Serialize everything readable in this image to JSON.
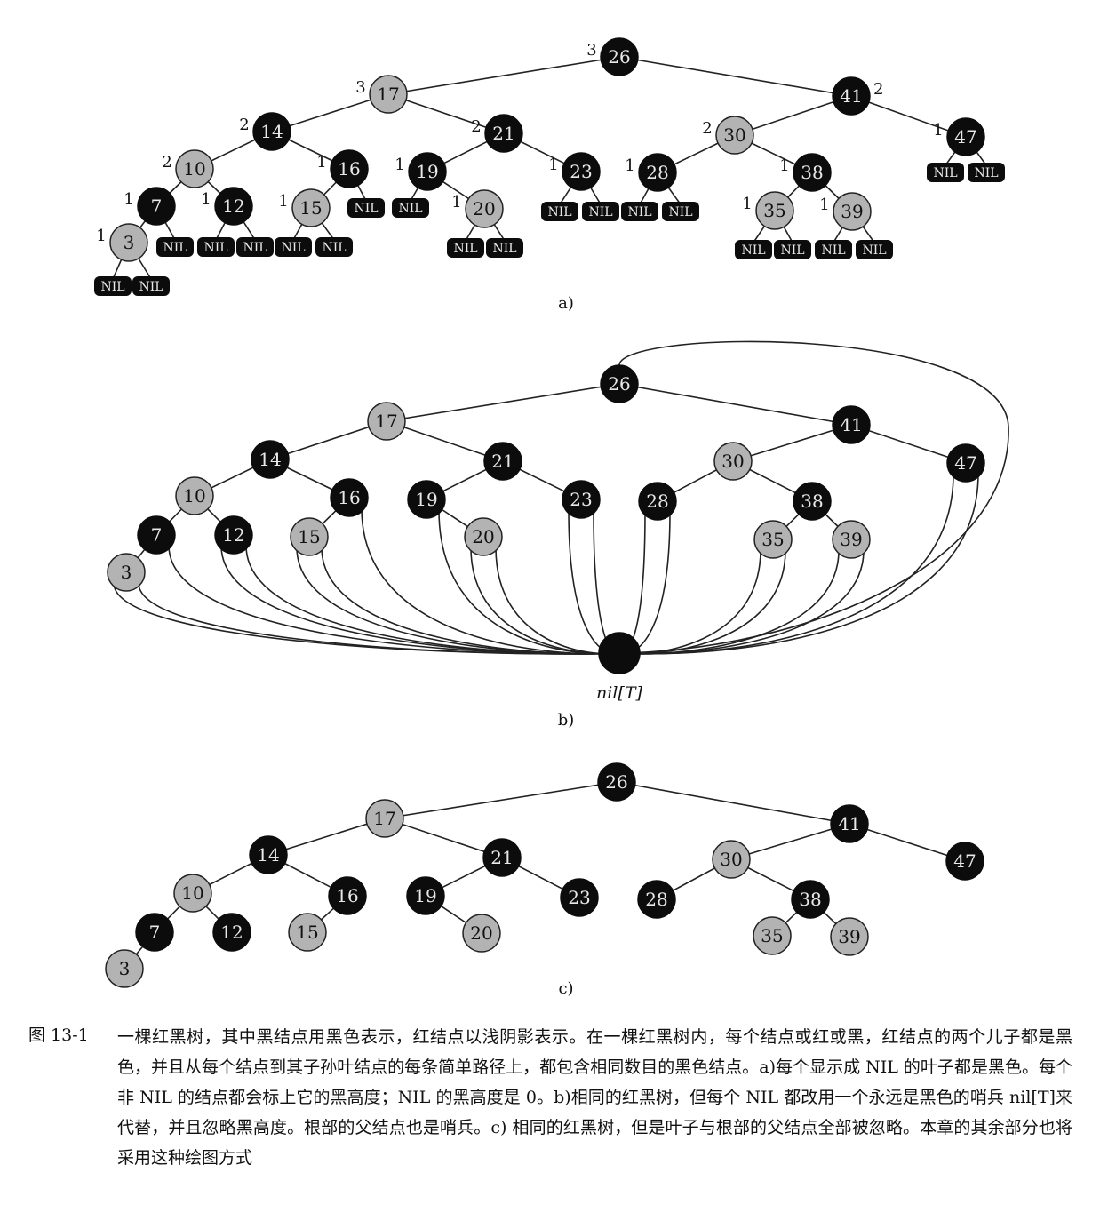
{
  "tree": {
    "nodes": [
      {
        "key": "26",
        "color": "black",
        "bh": "3"
      },
      {
        "key": "17",
        "color": "red",
        "bh": "3"
      },
      {
        "key": "41",
        "color": "black",
        "bh": "2"
      },
      {
        "key": "14",
        "color": "black",
        "bh": "2"
      },
      {
        "key": "21",
        "color": "black",
        "bh": "2"
      },
      {
        "key": "30",
        "color": "red",
        "bh": "2"
      },
      {
        "key": "47",
        "color": "black",
        "bh": "1"
      },
      {
        "key": "10",
        "color": "red",
        "bh": "2"
      },
      {
        "key": "16",
        "color": "black",
        "bh": "1"
      },
      {
        "key": "19",
        "color": "black",
        "bh": "1"
      },
      {
        "key": "23",
        "color": "black",
        "bh": "1"
      },
      {
        "key": "28",
        "color": "black",
        "bh": "1"
      },
      {
        "key": "38",
        "color": "black",
        "bh": "1"
      },
      {
        "key": "7",
        "color": "black",
        "bh": "1"
      },
      {
        "key": "12",
        "color": "black",
        "bh": "1"
      },
      {
        "key": "15",
        "color": "red",
        "bh": "1"
      },
      {
        "key": "20",
        "color": "red",
        "bh": "1"
      },
      {
        "key": "35",
        "color": "red",
        "bh": "1"
      },
      {
        "key": "39",
        "color": "red",
        "bh": "1"
      },
      {
        "key": "3",
        "color": "red",
        "bh": "1"
      }
    ],
    "edges": [
      [
        "26",
        "17"
      ],
      [
        "26",
        "41"
      ],
      [
        "17",
        "14"
      ],
      [
        "17",
        "21"
      ],
      [
        "41",
        "30"
      ],
      [
        "41",
        "47"
      ],
      [
        "14",
        "10"
      ],
      [
        "14",
        "16"
      ],
      [
        "21",
        "19"
      ],
      [
        "21",
        "23"
      ],
      [
        "30",
        "28"
      ],
      [
        "30",
        "38"
      ],
      [
        "10",
        "7"
      ],
      [
        "10",
        "12"
      ],
      [
        "16",
        "15"
      ],
      [
        "19",
        "20"
      ],
      [
        "38",
        "35"
      ],
      [
        "38",
        "39"
      ],
      [
        "7",
        "3"
      ]
    ],
    "nil_text": "NIL",
    "colors": {
      "black": "#0c0c0c",
      "red": "#b3b3b3"
    }
  },
  "panels": {
    "a_label": "a)",
    "b_label": "b)",
    "c_label": "c)",
    "sentinel_label": "nil[T]"
  },
  "caption": {
    "label": "图 13-1",
    "text": "一棵红黑树，其中黑结点用黑色表示，红结点以浅阴影表示。在一棵红黑树内，每个结点或红或黑，红结点的两个儿子都是黑色，并且从每个结点到其子孙叶结点的每条简单路径上，都包含相同数目的黑色结点。a)每个显示成 NIL 的叶子都是黑色。每个非 NIL 的结点都会标上它的黑高度；NIL 的黑高度是 0。b)相同的红黑树，但每个 NIL 都改用一个永远是黑色的哨兵 nil[T]来代替，并且忽略黑高度。根部的父结点也是哨兵。c) 相同的红黑树，但是叶子与根部的父结点全部被忽略。本章的其余部分也将采用这种绘图方式"
  }
}
